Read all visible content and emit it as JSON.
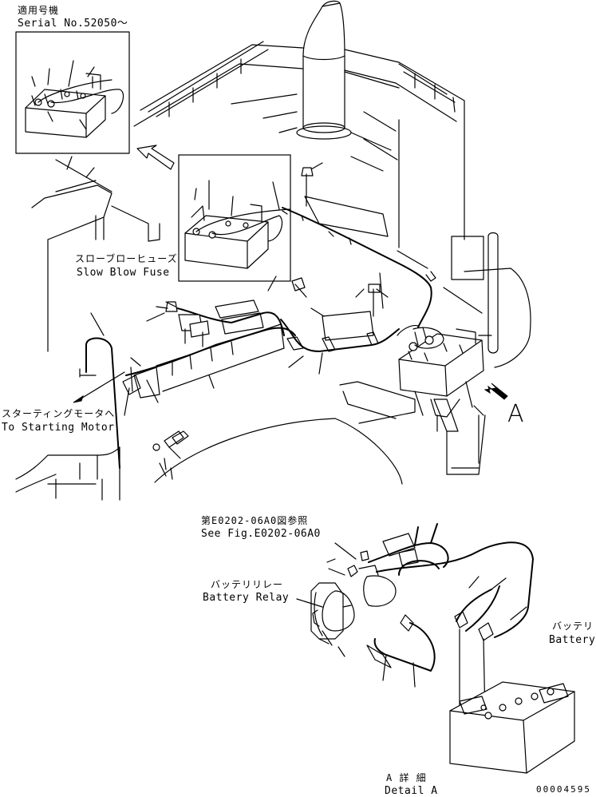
{
  "header": {
    "applicable_jp": "適用号機",
    "serial": "Serial No.52050～"
  },
  "labels": {
    "slow_blow_fuse_jp": "スローブローヒューズ",
    "slow_blow_fuse_en": "Slow Blow Fuse",
    "starting_motor_jp": "スターティングモータへ",
    "starting_motor_en": "To Starting Motor",
    "view_marker": "A",
    "see_fig_jp": "第E0202-06A0図参照",
    "see_fig_en": "See Fig.E0202-06A0",
    "battery_relay_jp": "バッテリリレー",
    "battery_relay_en": "Battery Relay",
    "battery_jp": "バッテリ",
    "battery_en": "Battery",
    "detail_jp": "A 詳 細",
    "detail_en": "Detail A",
    "drawing_number": "00004595"
  }
}
